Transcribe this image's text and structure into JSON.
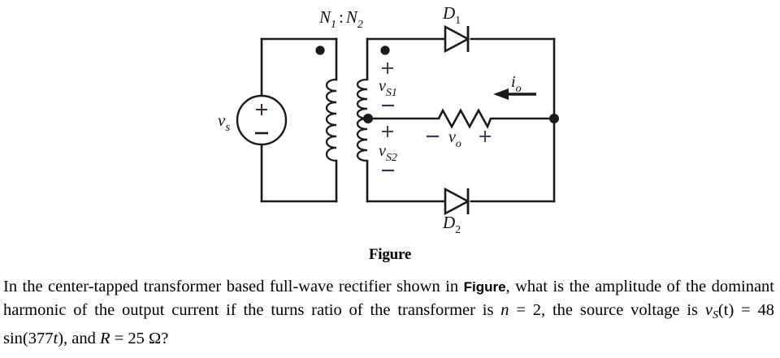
{
  "figure": {
    "caption": "Figure",
    "labels": {
      "source": "v",
      "source_sub": "s",
      "turns_ratio_n1": "N",
      "turns_ratio_n1_sub": "1",
      "turns_ratio_sep": ":",
      "turns_ratio_n2": "N",
      "turns_ratio_n2_sub": "2",
      "diode1": "D",
      "diode1_sub": "1",
      "diode2": "D",
      "diode2_sub": "2",
      "vs1": "v",
      "vs1_sub": "S1",
      "vs2": "v",
      "vs2_sub": "S2",
      "vo": "v",
      "vo_sub": "o",
      "io": "i",
      "io_sub": "o",
      "plus": "+",
      "minus": "−"
    },
    "colors": {
      "wire": "#1a1a1a",
      "background": "#ffffff",
      "label": "#101010",
      "polarity": "#3a3a52"
    },
    "components": [
      {
        "name": "ac-voltage-source",
        "type": "source",
        "label": "vs"
      },
      {
        "name": "transformer",
        "type": "center-tapped-transformer",
        "label": "N1 : N2"
      },
      {
        "name": "diode-d1",
        "type": "diode",
        "label": "D1"
      },
      {
        "name": "diode-d2",
        "type": "diode",
        "label": "D2"
      },
      {
        "name": "load-resistor",
        "type": "resistor",
        "label": "vo"
      }
    ]
  },
  "problem": {
    "line_part1": "In the center-tapped transformer based full-wave rectifier shown in ",
    "figure_ref": "Figure",
    "line_part2": ", what is the amplitude of the dominant harmonic of the output current if the turns ratio of the transformer is ",
    "n_symbol": "n",
    "n_eq": " = 2, the source voltage is ",
    "vs_symbol": "v",
    "vs_sub": "S",
    "vs_arg": "(t",
    "vs_arg_close": ") = 48 sin(377",
    "t_symbol": "t",
    "after_sin": "), and ",
    "r_symbol": "R",
    "r_value": " = 25 Ω?"
  }
}
